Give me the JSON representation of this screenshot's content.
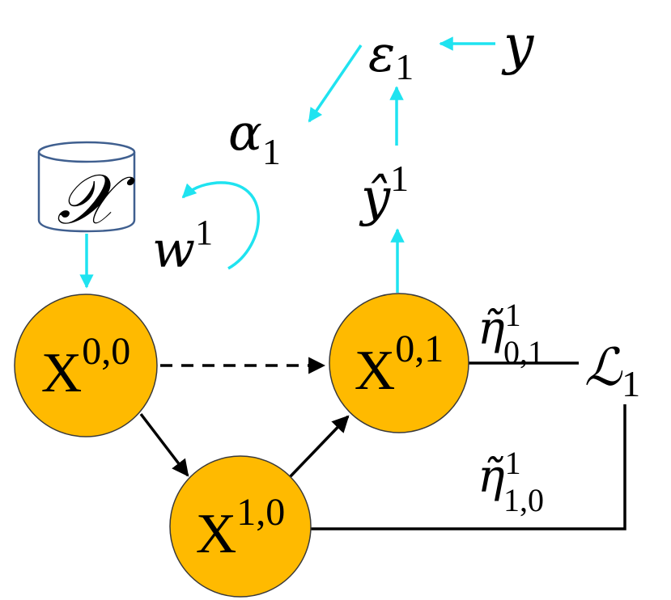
{
  "colors": {
    "node_fill": "#FFBA00",
    "node_stroke": "#3A3A3A",
    "cyan_arrow": "#1FE3F0",
    "black_edge": "#000000",
    "database_stroke": "#3F5F8F"
  },
  "dataset": {
    "symbol": "𝒳"
  },
  "weights": {
    "base": "w",
    "sup": "1"
  },
  "prediction": {
    "base": "ŷ",
    "sup": "1"
  },
  "error": {
    "base": "ε",
    "sub": "1"
  },
  "target": {
    "symbol": "y"
  },
  "alpha": {
    "base": "α",
    "sub": "1"
  },
  "loss": {
    "base": "ℒ",
    "sub": "1"
  },
  "nodes": [
    {
      "base": "X",
      "sup": "0,0"
    },
    {
      "base": "X",
      "sup": "0,1"
    },
    {
      "base": "X",
      "sup": "1,0"
    }
  ],
  "eta_top": {
    "base": "η̃",
    "sup": "1",
    "sub": "0,1"
  },
  "eta_bottom": {
    "base": "η̃",
    "sup": "1",
    "sub": "1,0"
  }
}
